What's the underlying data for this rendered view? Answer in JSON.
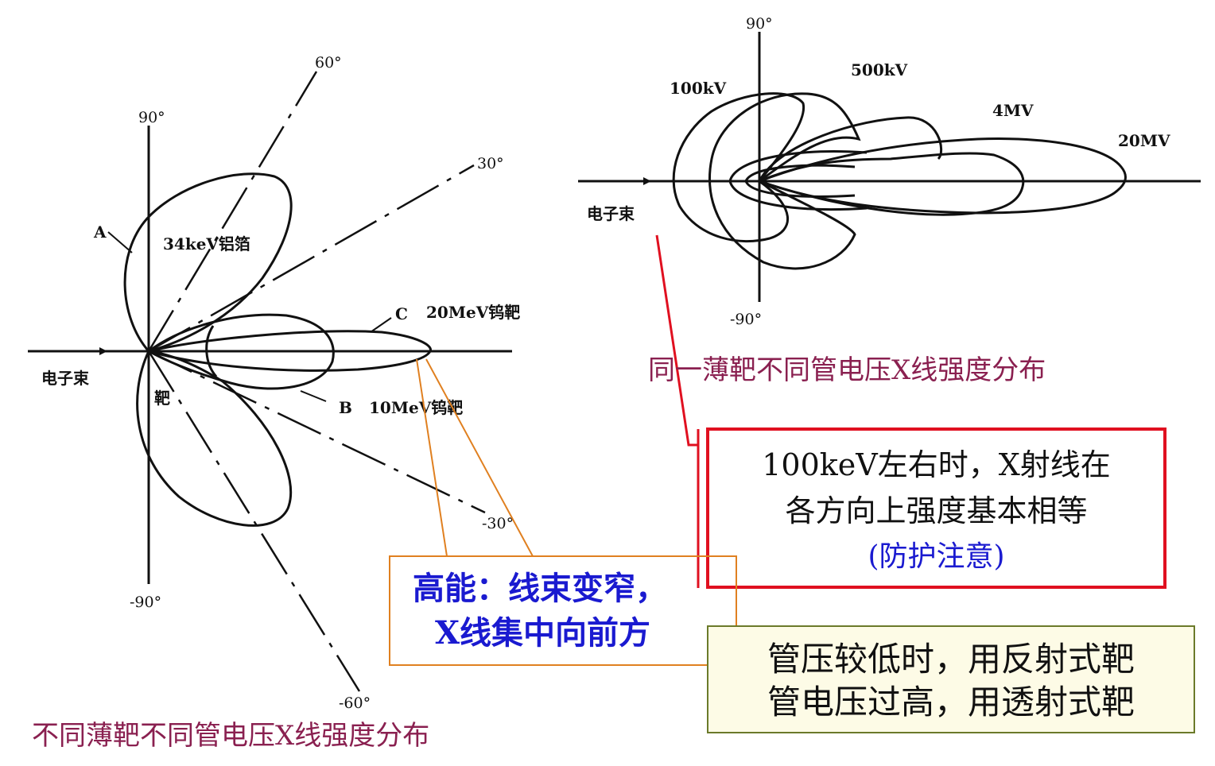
{
  "left_diagram": {
    "angle_labels": {
      "deg90": "90°",
      "deg60": "60°",
      "deg30": "30°",
      "degm30": "-30°",
      "degm60": "-60°",
      "degm90": "-90°"
    },
    "beam_label": "电子束",
    "target_label": "靶",
    "curves": {
      "A": {
        "letter": "A",
        "text": "34keV铝箔"
      },
      "B": {
        "letter": "B",
        "text": "10MeV钨靶"
      },
      "C": {
        "letter": "C",
        "text": "20MeV钨靶"
      }
    },
    "caption": "不同薄靶不同管电压X线强度分布"
  },
  "right_diagram": {
    "angle_labels": {
      "deg90": "90°",
      "degm90": "-90°"
    },
    "beam_label": "电子束",
    "curve_labels": {
      "kv100": "100kV",
      "kv500": "500kV",
      "mv4": "4MV",
      "mv20": "20MV"
    },
    "caption": "同一薄靶不同管电压X线强度分布"
  },
  "notes": {
    "red_box": {
      "line1": "100keV左右时，X射线在",
      "line2": "各方向上强度基本相等",
      "line3": "(防护注意)"
    },
    "orange_box": {
      "line1": "高能：线束变窄，",
      "line2": "X线集中向前方"
    },
    "green_box": {
      "line1": "管压较低时，用反射式靶",
      "line2": "管电压过高，用透射式靶"
    }
  },
  "colors": {
    "red_box_border": "#e01020",
    "orange_box_border": "#e08020",
    "green_box_border": "#6b7a2a",
    "green_box_fill": "#fdfbe6",
    "caption": "#8a2050",
    "note_blue": "#1a1ad0"
  }
}
